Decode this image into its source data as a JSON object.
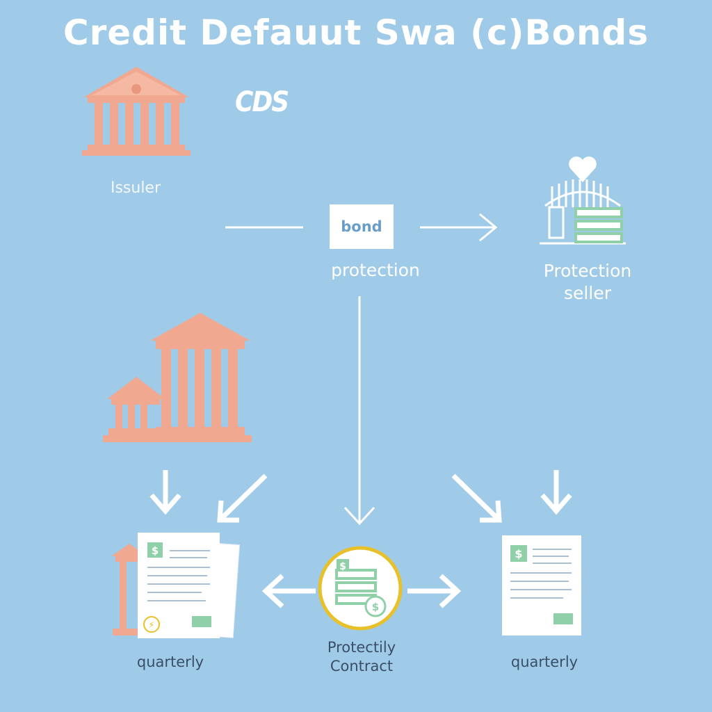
{
  "title": "Credit Defauut Swa (c)Bonds",
  "logo_text": "CDS",
  "nodes": {
    "issuer": "Issuler",
    "bond": "bond",
    "protection": "protection",
    "seller_line1": "Protection",
    "seller_line2": "seller",
    "contract_line1": "Protectily",
    "contract_line2": "Contract",
    "quarterly_left": "quarterly",
    "quarterly_right": "quarterly"
  },
  "colors": {
    "background": "#9fcbe8",
    "building": "#f0a890",
    "money": "#8fd0a8",
    "coin_ring": "#e8c12a",
    "arrow": "#ffffff"
  },
  "icons": [
    "bank-building-icon",
    "large-bank-building-icon",
    "seller-house-icon",
    "heart-icon",
    "contract-coin-icon",
    "document-icon"
  ]
}
